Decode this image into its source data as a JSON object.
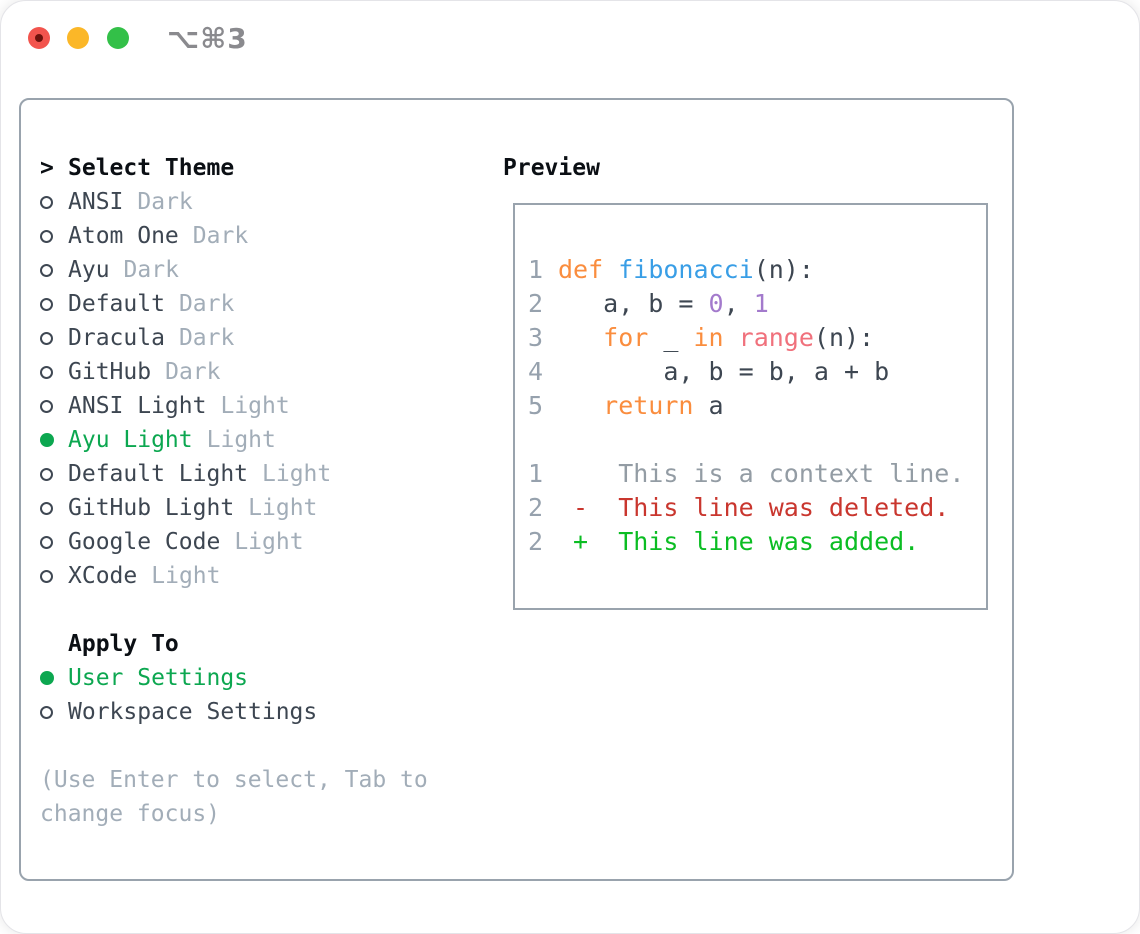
{
  "window": {
    "shortcut": "⌥⌘3"
  },
  "theme_picker": {
    "title_prefix": ">",
    "title": "Select Theme",
    "themes": [
      {
        "name": "ANSI",
        "tag": "Dark",
        "selected": false
      },
      {
        "name": "Atom One",
        "tag": "Dark",
        "selected": false
      },
      {
        "name": "Ayu",
        "tag": "Dark",
        "selected": false
      },
      {
        "name": "Default",
        "tag": "Dark",
        "selected": false
      },
      {
        "name": "Dracula",
        "tag": "Dark",
        "selected": false
      },
      {
        "name": "GitHub",
        "tag": "Dark",
        "selected": false
      },
      {
        "name": "ANSI Light",
        "tag": "Light",
        "selected": false
      },
      {
        "name": "Ayu Light",
        "tag": "Light",
        "selected": true
      },
      {
        "name": "Default Light",
        "tag": "Light",
        "selected": false
      },
      {
        "name": "GitHub Light",
        "tag": "Light",
        "selected": false
      },
      {
        "name": "Google Code",
        "tag": "Light",
        "selected": false
      },
      {
        "name": "XCode",
        "tag": "Light",
        "selected": false
      }
    ],
    "apply_to": {
      "title": "Apply To",
      "options": [
        {
          "label": "User Settings",
          "selected": true
        },
        {
          "label": "Workspace Settings",
          "selected": false
        }
      ]
    },
    "help": "(Use Enter to select, Tab to change focus)"
  },
  "preview": {
    "title": "Preview",
    "code_lines": [
      {
        "number": "1",
        "tokens": [
          {
            "t": "def",
            "c": "keyword"
          },
          {
            "t": " "
          },
          {
            "t": "fibonacci",
            "c": "function"
          },
          {
            "t": "(n):"
          }
        ]
      },
      {
        "number": "2",
        "tokens": [
          {
            "t": "   a, b = "
          },
          {
            "t": "0",
            "c": "number"
          },
          {
            "t": ", "
          },
          {
            "t": "1",
            "c": "number"
          }
        ]
      },
      {
        "number": "3",
        "tokens": [
          {
            "t": "   "
          },
          {
            "t": "for",
            "c": "keyword"
          },
          {
            "t": " _ "
          },
          {
            "t": "in",
            "c": "keyword"
          },
          {
            "t": " "
          },
          {
            "t": "range",
            "c": "builtin"
          },
          {
            "t": "(n):"
          }
        ]
      },
      {
        "number": "4",
        "tokens": [
          {
            "t": "       a, b = b, a + b"
          }
        ]
      },
      {
        "number": "5",
        "tokens": [
          {
            "t": "   "
          },
          {
            "t": "return",
            "c": "keyword"
          },
          {
            "t": " a"
          }
        ]
      }
    ],
    "diff_lines": [
      {
        "number": "1",
        "kind": "context",
        "text": "    This is a context line."
      },
      {
        "number": "2",
        "kind": "deleted",
        "text": " -  This line was deleted."
      },
      {
        "number": "2",
        "kind": "added",
        "text": " +  This line was added."
      }
    ]
  },
  "colors": {
    "accent-green": "#0ca750",
    "title-dark": "#0b0f14",
    "text-dark": "#3d4651",
    "muted-gray": "#a2adb8",
    "ring-dark": "#3f4853",
    "border-gray": "#99a3ad",
    "linenum-gray": "#96a1ad",
    "code-plain": "#3d4651",
    "syn-keyword": "#fa8d3e",
    "syn-function": "#399ee6",
    "syn-number": "#a37acc",
    "syn-builtin": "#f0717c",
    "diff-context": "#939ca4",
    "diff-deleted": "#c9362e",
    "diff-added": "#0bbd23",
    "shortcut-gray": "#8a8a8e",
    "traffic-red": "#f2544d",
    "traffic-red-dot": "#6d120c",
    "traffic-yellow": "#fbb728",
    "traffic-green": "#33c048"
  }
}
